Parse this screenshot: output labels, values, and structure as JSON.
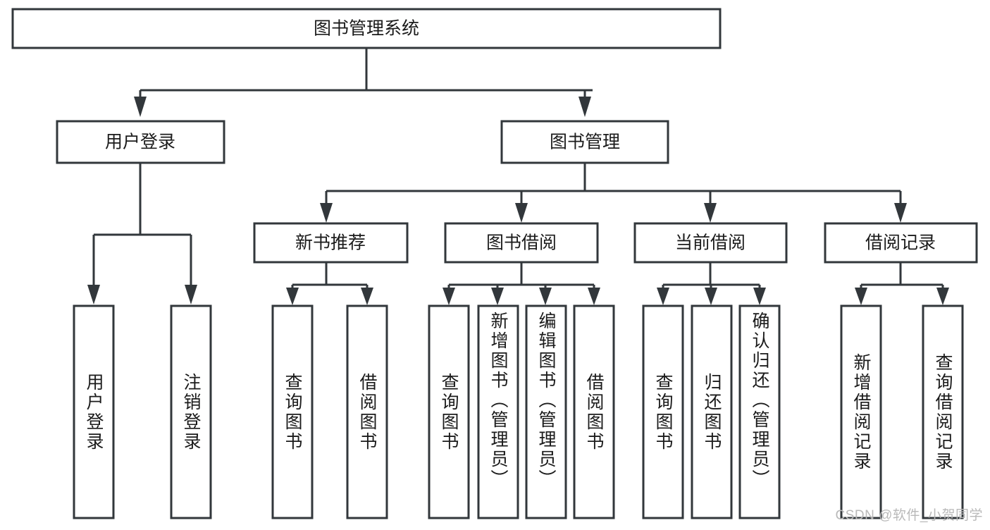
{
  "diagram": {
    "type": "tree-hierarchy",
    "title": "图书管理系统",
    "orientation": "top-down",
    "root": {
      "id": "root",
      "label": "图书管理系统",
      "text_direction": "horizontal"
    },
    "level2": [
      {
        "id": "user-login",
        "label": "用户登录",
        "text_direction": "horizontal"
      },
      {
        "id": "book-management",
        "label": "图书管理",
        "text_direction": "horizontal"
      }
    ],
    "level3": [
      {
        "id": "new-book-recommend",
        "label": "新书推荐",
        "parent": "book-management",
        "text_direction": "horizontal"
      },
      {
        "id": "book-borrow",
        "label": "图书借阅",
        "parent": "book-management",
        "text_direction": "horizontal"
      },
      {
        "id": "current-borrow",
        "label": "当前借阅",
        "parent": "book-management",
        "text_direction": "horizontal"
      },
      {
        "id": "borrow-record",
        "label": "借阅记录",
        "parent": "book-management",
        "text_direction": "horizontal"
      }
    ],
    "leaves": [
      {
        "id": "leaf-user-login",
        "label": "用户登录",
        "parent": "user-login",
        "text_direction": "vertical"
      },
      {
        "id": "leaf-logout",
        "label": "注销登录",
        "parent": "user-login",
        "text_direction": "vertical"
      },
      {
        "id": "leaf-query-book-1",
        "label": "查询图书",
        "parent": "new-book-recommend",
        "text_direction": "vertical"
      },
      {
        "id": "leaf-borrow-book-1",
        "label": "借阅图书",
        "parent": "new-book-recommend",
        "text_direction": "vertical"
      },
      {
        "id": "leaf-query-book-2",
        "label": "查询图书",
        "parent": "book-borrow",
        "text_direction": "vertical"
      },
      {
        "id": "leaf-add-book",
        "label": "新增图书（管理员）",
        "parent": "book-borrow",
        "text_direction": "vertical"
      },
      {
        "id": "leaf-edit-book",
        "label": "编辑图书（管理员）",
        "parent": "book-borrow",
        "text_direction": "vertical"
      },
      {
        "id": "leaf-borrow-book-2",
        "label": "借阅图书",
        "parent": "book-borrow",
        "text_direction": "vertical"
      },
      {
        "id": "leaf-query-book-3",
        "label": "查询图书",
        "parent": "current-borrow",
        "text_direction": "vertical"
      },
      {
        "id": "leaf-return-book",
        "label": "归还图书",
        "parent": "current-borrow",
        "text_direction": "vertical"
      },
      {
        "id": "leaf-confirm-return",
        "label": "确认归还（管理员）",
        "parent": "current-borrow",
        "text_direction": "vertical"
      },
      {
        "id": "leaf-add-record",
        "label": "新增借阅记录",
        "parent": "borrow-record",
        "text_direction": "vertical"
      },
      {
        "id": "leaf-query-record",
        "label": "查询借阅记录",
        "parent": "borrow-record",
        "text_direction": "vertical"
      }
    ],
    "colors": {
      "stroke": "#32373b",
      "fill": "#ffffff",
      "text": "#1b1b1b",
      "watermark": "#b9b9b9",
      "background": "#ffffff"
    }
  },
  "watermark": {
    "text": "CSDN @软件_小贺同学"
  }
}
